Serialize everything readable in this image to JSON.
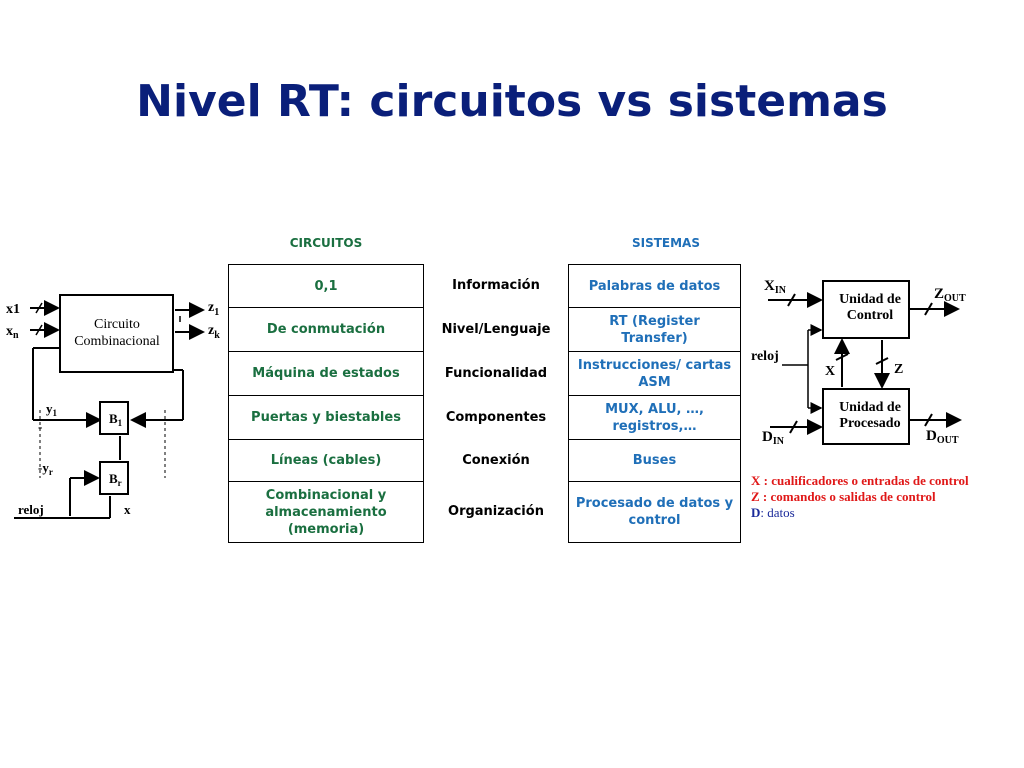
{
  "title": "Nivel RT: circuitos vs sistemas",
  "columns": {
    "circuitos": "CIRCUITOS",
    "sistemas": "SISTEMAS"
  },
  "rows": [
    {
      "aspect": "Información",
      "circuitos": "0,1",
      "sistemas": "Palabras de datos"
    },
    {
      "aspect": "Nivel/Lenguaje",
      "circuitos": "De conmutación",
      "sistemas": "RT (Register Transfer)"
    },
    {
      "aspect": "Funcionalidad",
      "circuitos": "Máquina de estados",
      "sistemas": "Instrucciones/ cartas ASM"
    },
    {
      "aspect": "Componentes",
      "circuitos": "Puertas y biestables",
      "sistemas": "MUX, ALU, …, registros,…"
    },
    {
      "aspect": "Conexión",
      "circuitos": "Líneas (cables)",
      "sistemas": "Buses"
    },
    {
      "aspect": "Organización",
      "circuitos": "Combinacional y almacenamiento (memoria)",
      "sistemas": "Procesado de datos y control"
    }
  ],
  "left_diagram": {
    "block": [
      "Circuito",
      "Combinacional"
    ],
    "inputs": [
      "x1",
      "x",
      "n"
    ],
    "outputs": [
      "z",
      "1",
      "z",
      "k"
    ],
    "state": [
      "y",
      "1",
      "-",
      "-y",
      "r"
    ],
    "flipflops": [
      "B",
      "1",
      "B",
      "r"
    ],
    "clock": "reloj",
    "x_label": "x"
  },
  "right_diagram": {
    "control_unit": [
      "Unidad de",
      "Control"
    ],
    "process_unit": [
      "Unidad de",
      "Procesado"
    ],
    "x_in": [
      "X",
      "IN"
    ],
    "z_out": [
      "Z",
      "OUT"
    ],
    "d_in": [
      "D",
      "IN"
    ],
    "d_out": [
      "D",
      "OUT"
    ],
    "clock": "reloj",
    "x_label": "X",
    "z_label": "Z"
  },
  "legend": [
    {
      "text": "X : cualificadores o entradas de control",
      "color": "#e01818"
    },
    {
      "text": "Z : comandos o salidas de control",
      "color": "#e01818"
    },
    {
      "prefix": "D",
      "text": ": datos",
      "color": "#1a2a9a"
    }
  ],
  "colors": {
    "title": "#0a1f7a",
    "circuitos": "#1a6f40",
    "sistemas": "#1f6fb8",
    "legend_red": "#e01818"
  }
}
